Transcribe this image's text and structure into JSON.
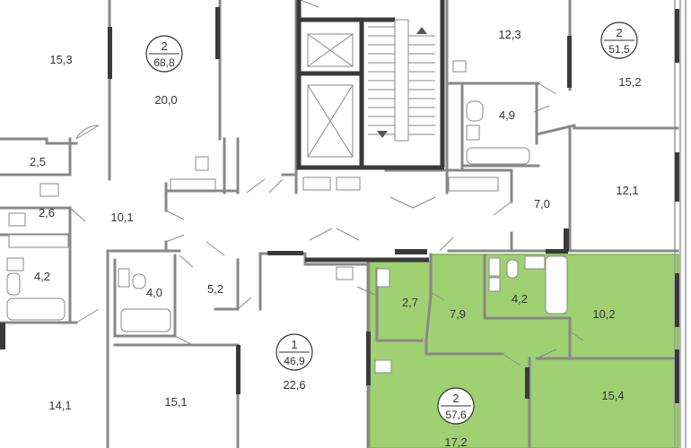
{
  "colors": {
    "highlight": "#9fd072",
    "highlight_border": "#7cb34e",
    "wall": "#888888",
    "wall_dark": "#3a3a3a",
    "text": "#333333"
  },
  "apartments": [
    {
      "id": "apt-top-left",
      "rooms": "2",
      "area": "68,8"
    },
    {
      "id": "apt-top-right",
      "rooms": "2",
      "area": "51,5"
    },
    {
      "id": "apt-middle",
      "rooms": "1",
      "area": "46,9"
    },
    {
      "id": "apt-highlighted",
      "rooms": "2",
      "area": "57,6"
    }
  ],
  "rooms": [
    "15,3",
    "20,0",
    "12,3",
    "15,2",
    "4,9",
    "2,5",
    "2,6",
    "10,1",
    "7,0",
    "12,1",
    "4,2",
    "4,0",
    "5,2",
    "2,7",
    "7,9",
    "4,2",
    "10,2",
    "14,1",
    "15,1",
    "22,6",
    "15,4",
    "17,2"
  ]
}
